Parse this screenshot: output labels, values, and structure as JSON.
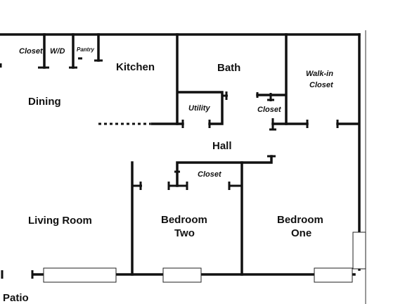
{
  "rooms": {
    "closet_top": "Closet",
    "washer_dryer": "W/D",
    "pantry": "Pantry",
    "kitchen": "Kitchen",
    "bath": "Bath",
    "walk_in_line1": "Walk-in",
    "walk_in_line2": "Closet",
    "dining": "Dining",
    "utility": "Utility",
    "closet_hall": "Closet",
    "hall": "Hall",
    "closet_bed_two": "Closet",
    "living_room": "Living Room",
    "bedroom_two_line1": "Bedroom",
    "bedroom_two_line2": "Two",
    "bedroom_one_line1": "Bedroom",
    "bedroom_one_line2": "One",
    "patio": "Patio"
  }
}
